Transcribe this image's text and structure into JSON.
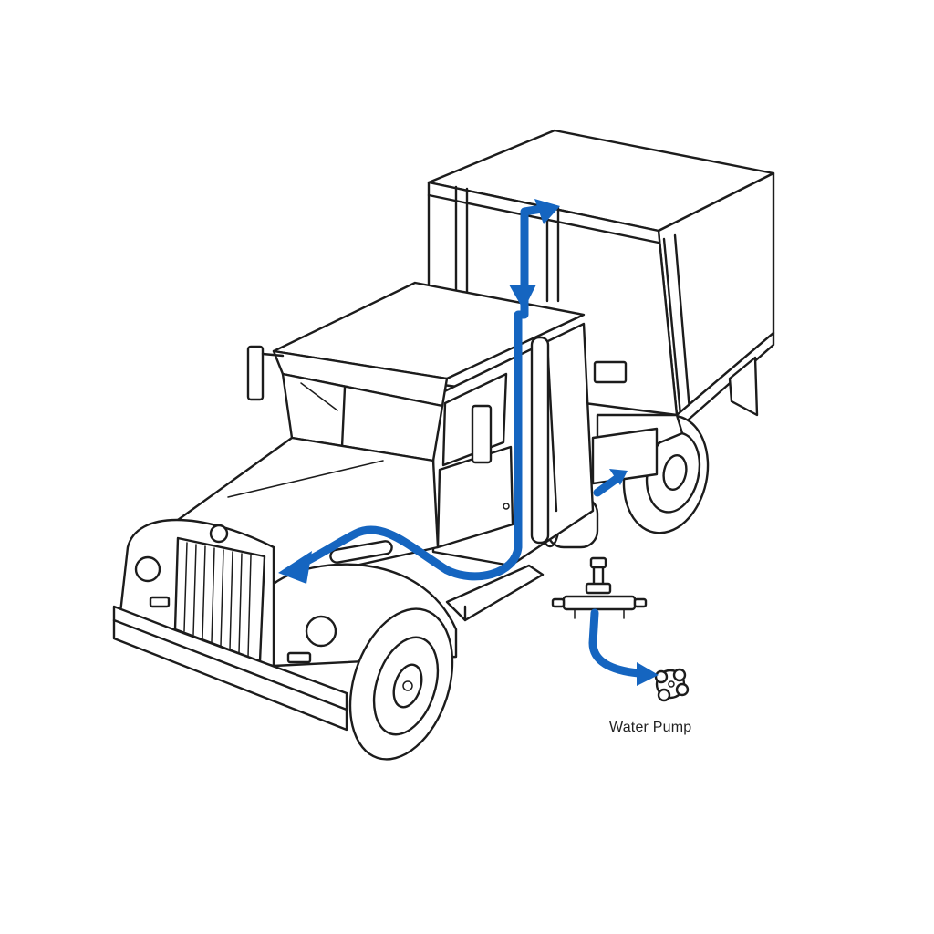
{
  "diagram": {
    "labels": {
      "water_pump": "Water Pump"
    },
    "colors": {
      "flow_arrow": "#1565c0",
      "line_art": "#1c1c1c",
      "background": "#ffffff"
    },
    "icons": [
      "truck-illustration",
      "cargo-box",
      "water-pump-icon",
      "engine-part-icon",
      "coolant-flow-arrow"
    ]
  }
}
